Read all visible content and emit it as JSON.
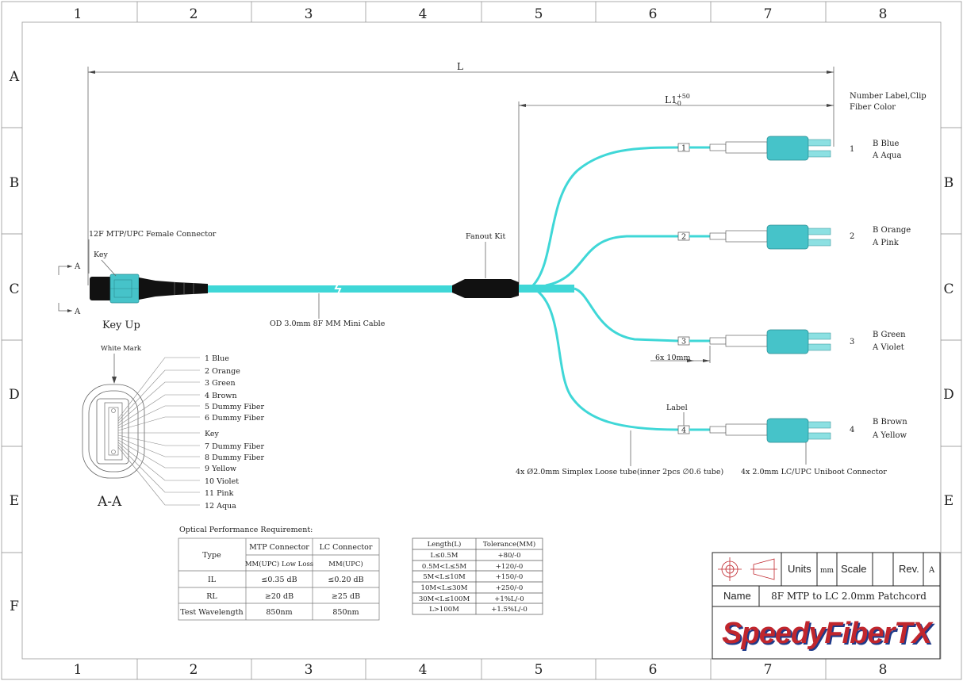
{
  "grid": {
    "columns": [
      "1",
      "2",
      "3",
      "4",
      "5",
      "6",
      "7",
      "8"
    ],
    "rows": [
      "A",
      "B",
      "C",
      "D",
      "E",
      "F"
    ]
  },
  "dimensions": {
    "L": "L",
    "L1": "L1",
    "L1_tol_upper": "+50",
    "L1_tol_lower": "-0",
    "six_by_ten": "6x 10mm"
  },
  "callouts": {
    "number_label": "Number Label,Clip",
    "fiber_color": "Fiber Color",
    "mtp_connector": "12F MTP/UPC Female Connector",
    "key": "Key",
    "key_up": "Key Up",
    "fanout_kit": "Fanout Kit",
    "cable": "OD 3.0mm 8F MM Mini Cable",
    "loose_tube": "4x Ø2.0mm Simplex Loose tube(inner 2pcs ∅0.6 tube)",
    "lc_connector": "4x 2.0mm LC/UPC Uniboot Connector",
    "label": "Label",
    "white_mark": "White Mark",
    "section_a": "A",
    "section_aa": "A-A"
  },
  "legs": [
    {
      "num": "1",
      "b": "B  Blue",
      "a": "A  Aqua"
    },
    {
      "num": "2",
      "b": "B  Orange",
      "a": "A  Pink"
    },
    {
      "num": "3",
      "b": "B  Green",
      "a": "A  Violet"
    },
    {
      "num": "4",
      "b": "B  Brown",
      "a": "A  Yellow"
    }
  ],
  "fiber_list": [
    "1 Blue",
    "2 Orange",
    "3 Green",
    "4 Brown",
    "5 Dummy Fiber",
    "6 Dummy Fiber",
    "Key",
    "7 Dummy Fiber",
    "8 Dummy Fiber",
    "9 Yellow",
    "10 Violet",
    "11 Pink",
    "12 Aqua"
  ],
  "optical": {
    "title": "Optical Performance Requirement:",
    "header_type": "Type",
    "header_mtp": "MTP Connector",
    "header_lc": "LC Connector",
    "sub_mtp": "MM(UPC) Low Loss",
    "sub_lc": "MM(UPC)",
    "rows": [
      {
        "name": "IL",
        "mtp": "≤0.35 dB",
        "lc": "≤0.20 dB"
      },
      {
        "name": "RL",
        "mtp": "≥20 dB",
        "lc": "≥25 dB"
      },
      {
        "name": "Test Wavelength",
        "mtp": "850nm",
        "lc": "850nm"
      }
    ]
  },
  "tolerance": {
    "header_length": "Length(L)",
    "header_tol": "Tolerance(MM)",
    "rows": [
      {
        "len": "L≤0.5M",
        "tol": "+80/-0"
      },
      {
        "len": "0.5M<L≤5M",
        "tol": "+120/-0"
      },
      {
        "len": "5M<L≤10M",
        "tol": "+150/-0"
      },
      {
        "len": "10M<L≤30M",
        "tol": "+250/-0"
      },
      {
        "len": "30M<L≤100M",
        "tol": "+1%L/-0"
      },
      {
        "len": "L>100M",
        "tol": "+1.5%L/-0"
      }
    ]
  },
  "title_block": {
    "units_label": "Units",
    "units_value": "mm",
    "scale_label": "Scale",
    "rev_label": "Rev.",
    "rev_value": "A",
    "name_label": "Name",
    "name_value": "8F MTP to LC 2.0mm Patchcord",
    "brand": "SpeedyFiberTX",
    "brand_color": "#c0262d",
    "brand_shadow": "#1e3a8a"
  },
  "colors": {
    "fiber": "#3fd7d7",
    "boot": "#111111",
    "connector": "#46c3c9"
  }
}
